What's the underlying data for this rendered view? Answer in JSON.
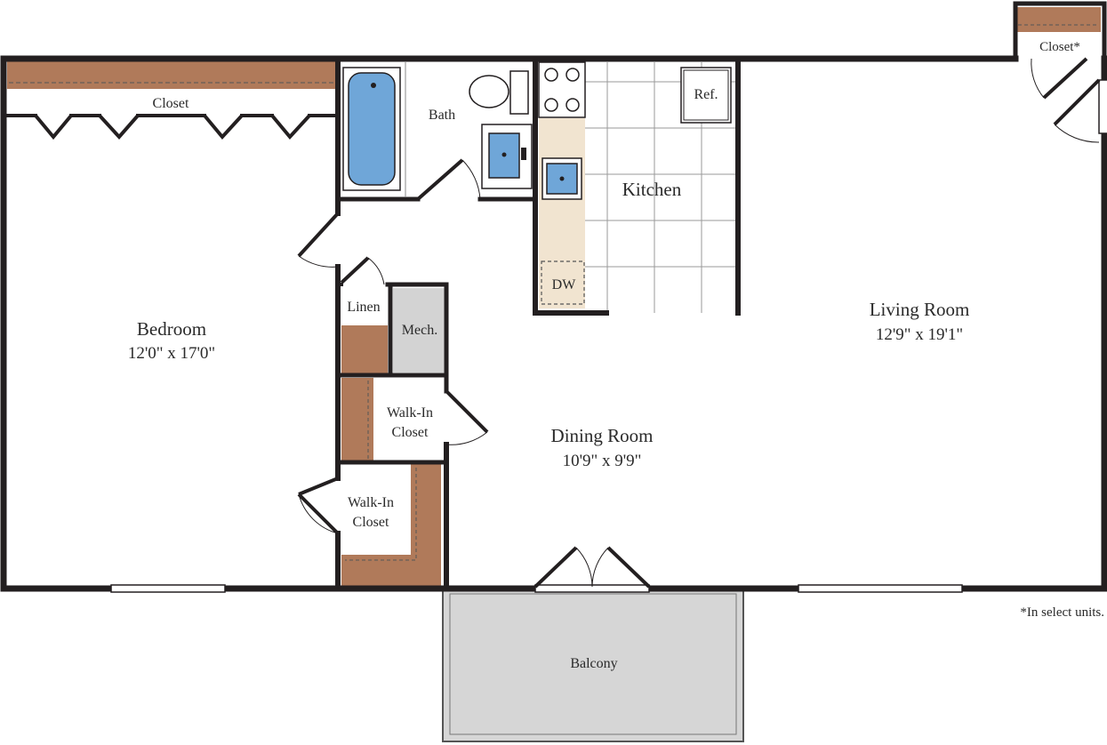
{
  "rooms": {
    "bedroom": {
      "name": "Bedroom",
      "dims": "12'0\" x 17'0\""
    },
    "living": {
      "name": "Living Room",
      "dims": "12'9\" x 19'1\""
    },
    "dining": {
      "name": "Dining Room",
      "dims": "10'9\" x 9'9\""
    },
    "kitchen": {
      "name": "Kitchen"
    },
    "bath": {
      "name": "Bath"
    },
    "bedroom_closet": {
      "name": "Closet"
    },
    "entry_closet": {
      "name": "Closet*"
    },
    "linen": {
      "name": "Linen"
    },
    "mech": {
      "name": "Mech."
    },
    "walkin_1": {
      "line1": "Walk-In",
      "line2": "Closet"
    },
    "walkin_2": {
      "line1": "Walk-In",
      "line2": "Closet"
    },
    "balcony": {
      "name": "Balcony"
    }
  },
  "fixtures": {
    "refrigerator": "Ref.",
    "dishwasher": "DW"
  },
  "footnote": "*In select units.",
  "colors": {
    "wall": "#231f20",
    "closet_shelf": "#b07a5a",
    "mech": "#d3d3d3",
    "balcony": "#d6d6d6",
    "counter": "#f1e4d0",
    "tub": "#6fa6d8"
  }
}
